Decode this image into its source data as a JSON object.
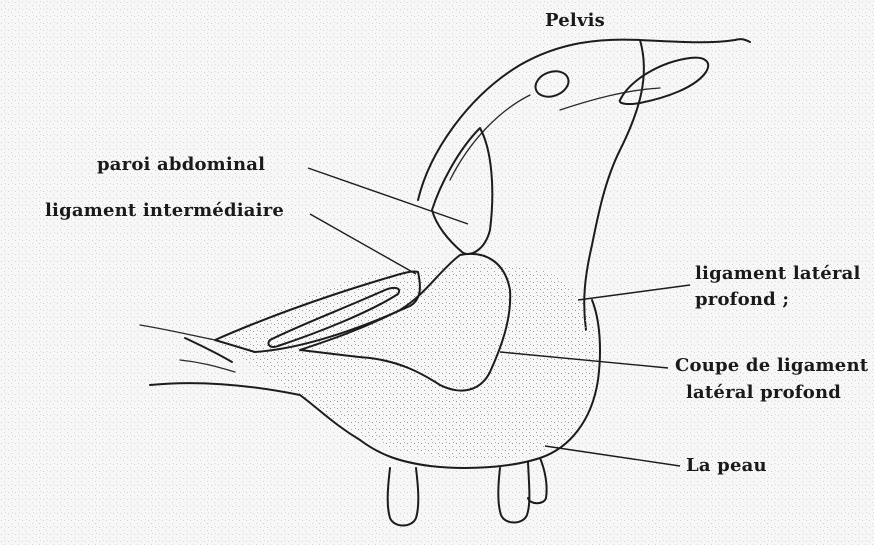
{
  "labels": {
    "pelvis": "Pelvis",
    "paroi": "paroi abdominal",
    "ligament_intermediaire": "ligament intermédiaire",
    "ligament_lateral_l1": "ligament latéral",
    "ligament_lateral_l2": "profond ;",
    "coupe_l1": "Coupe de ligament",
    "coupe_l2": "latéral profond",
    "peau": "La peau"
  },
  "colors": {
    "ink": "#1c1c1c",
    "paper": "#f7f7f7",
    "stipple": "#9a9a9a"
  }
}
